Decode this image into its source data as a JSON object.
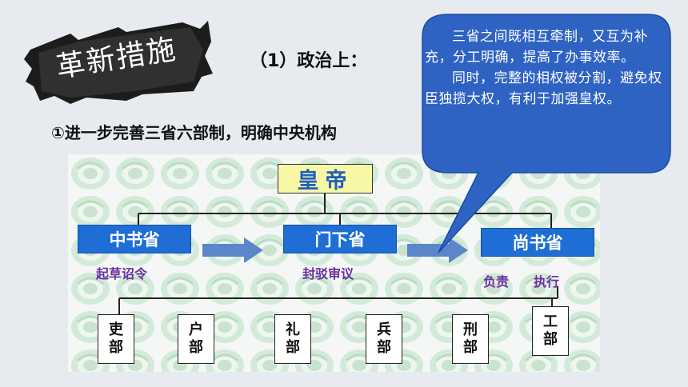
{
  "title_badge": "革新措施",
  "subtitle": "（1）政治上：",
  "bullet_text": "①进一步完善三省六部制，明确中央机构",
  "callout": {
    "paragraph1": "三省之间既相互牵制，又互为补充，分工明确，提高了办事效率。",
    "paragraph2": "同时，完整的相权被分割，避免权臣独揽大权，有利于加强皇权。"
  },
  "diagram": {
    "emperor": "皇帝",
    "provinces": [
      {
        "name": "中书省",
        "function": "起草诏令"
      },
      {
        "name": "门下省",
        "function": "封驳审议"
      },
      {
        "name": "尚书省",
        "function_parts": [
          "负责",
          "执行"
        ]
      }
    ],
    "departments": [
      {
        "top": "吏",
        "bottom": "部"
      },
      {
        "top": "户",
        "bottom": "部"
      },
      {
        "top": "礼",
        "bottom": "部"
      },
      {
        "top": "兵",
        "bottom": "部"
      },
      {
        "top": "刑",
        "bottom": "部"
      },
      {
        "top": "工",
        "bottom": "部"
      }
    ]
  },
  "colors": {
    "background": "#e7ebef",
    "province_blue": "#1f6ed6",
    "callout_blue": "#2f63c3",
    "emperor_yellow": "#f8f7a6",
    "function_purple": "#6a2fa0"
  }
}
